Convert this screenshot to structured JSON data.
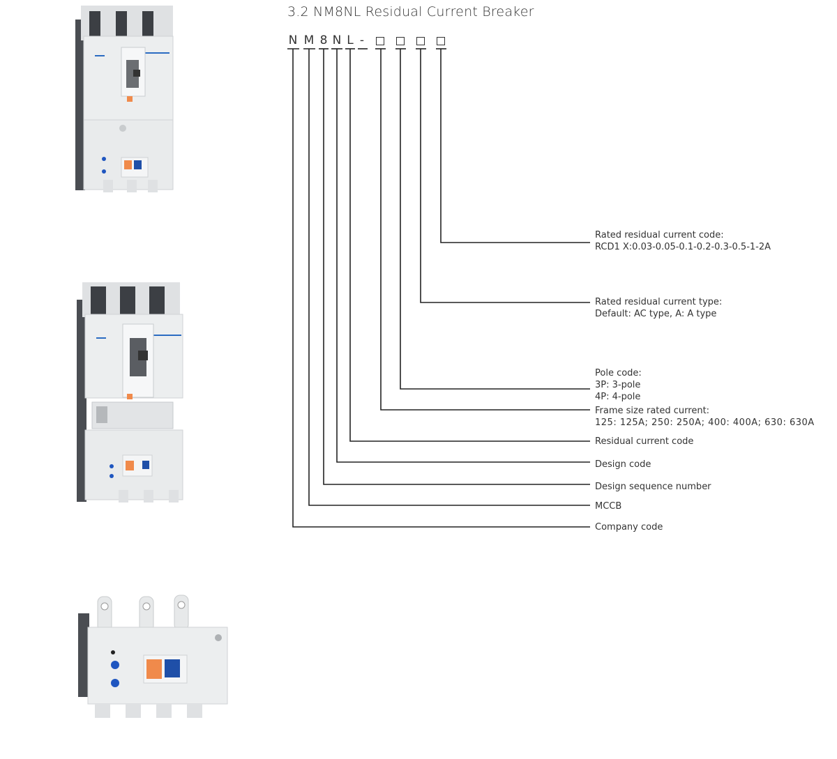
{
  "title": "3.2 NM8NL Residual Current Breaker",
  "model_code": {
    "chars": [
      "N",
      "M",
      "8",
      "N",
      "L",
      "-"
    ],
    "boxes": 4
  },
  "descriptions": [
    {
      "id": "rated-residual-current-code",
      "lines": [
        "Rated residual current code:",
        "RCD1 X:0.03-0.05-0.1-0.2-0.3-0.5-1-2A"
      ]
    },
    {
      "id": "rated-residual-current-type",
      "lines": [
        "Rated residual current type:",
        "Default: AC type, A: A type"
      ]
    },
    {
      "id": "pole-code",
      "lines": [
        "Pole code:",
        "3P: 3-pole",
        "4P: 4-pole"
      ]
    },
    {
      "id": "frame-size-rated-current",
      "lines": [
        "Frame size rated current:",
        "125: 125A; 250: 250A; 400: 400A; 630: 630A"
      ]
    },
    {
      "id": "residual-current-code",
      "lines": [
        "Residual current code"
      ]
    },
    {
      "id": "design-code",
      "lines": [
        "Design code"
      ]
    },
    {
      "id": "design-sequence-number",
      "lines": [
        "Design sequence number"
      ]
    },
    {
      "id": "mccb",
      "lines": [
        "MCCB"
      ]
    },
    {
      "id": "company-code",
      "lines": [
        "Company code"
      ]
    }
  ],
  "products": [
    {
      "name": "3-pole breaker with RCD module",
      "accent_orange": "#f08a4b",
      "accent_blue": "#1f4fa8"
    },
    {
      "name": "3-pole breaker with accessory window and RCD module",
      "accent_orange": "#f08a4b",
      "accent_blue": "#1f4fa8"
    },
    {
      "name": "4-pole RCD add-on module",
      "accent_orange": "#f08a4b",
      "accent_blue": "#1f4fa8"
    }
  ]
}
